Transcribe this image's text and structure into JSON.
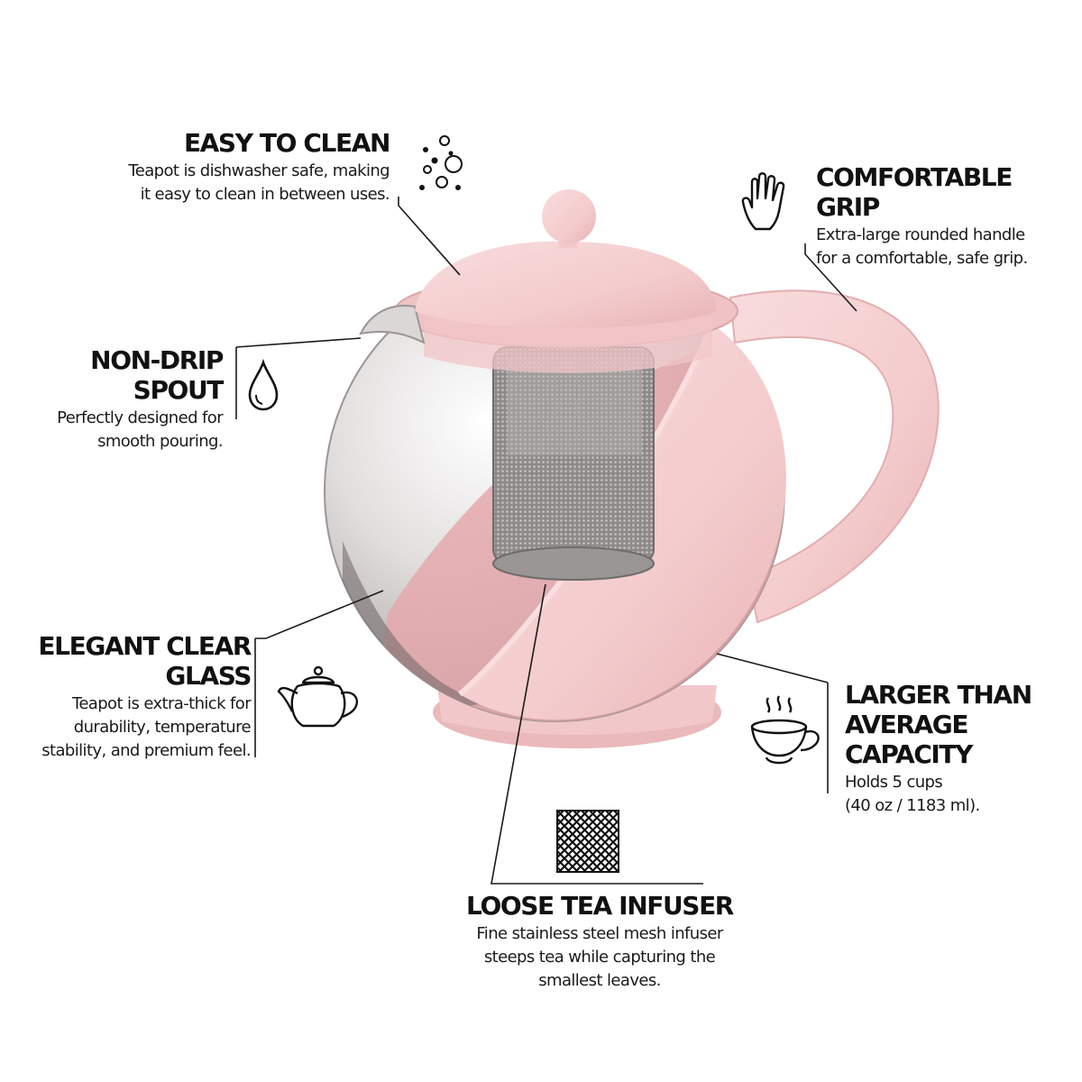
{
  "features": {
    "easy_clean": {
      "title": "EASY TO CLEAN",
      "line1": "Teapot is dishwasher safe, making",
      "line2": "it easy to clean in between uses.",
      "icon": "bubbles-icon"
    },
    "grip": {
      "title": "COMFORTABLE GRIP",
      "line1": "Extra-large rounded handle",
      "line2": "for a comfortable, safe grip.",
      "icon": "hand-icon"
    },
    "spout": {
      "title": "NON-DRIP SPOUT",
      "line1": "Perfectly designed for",
      "line2": "smooth pouring.",
      "icon": "water-drop-icon"
    },
    "glass": {
      "title1": "ELEGANT CLEAR",
      "title2": "GLASS",
      "line1": "Teapot is extra-thick for",
      "line2": "durability, temperature",
      "line3": "stability, and premium feel.",
      "icon": "teapot-icon"
    },
    "capacity": {
      "title1": "LARGER THAN",
      "title2": "AVERAGE CAPACITY",
      "line1": "Holds 5 cups",
      "line2": "(40 oz / 1183 ml).",
      "icon": "teacup-icon"
    },
    "infuser": {
      "title": "LOOSE TEA INFUSER",
      "line1": "Fine stainless steel mesh infuser",
      "line2": "steeps tea while capturing the",
      "line3": "smallest leaves.",
      "icon": "mesh-icon"
    }
  },
  "colors": {
    "pot_pink": "#f5cfd0",
    "pot_pink_shade": "#e8b2b4",
    "glass_tint": "#c9c4c4",
    "text": "#111111"
  }
}
